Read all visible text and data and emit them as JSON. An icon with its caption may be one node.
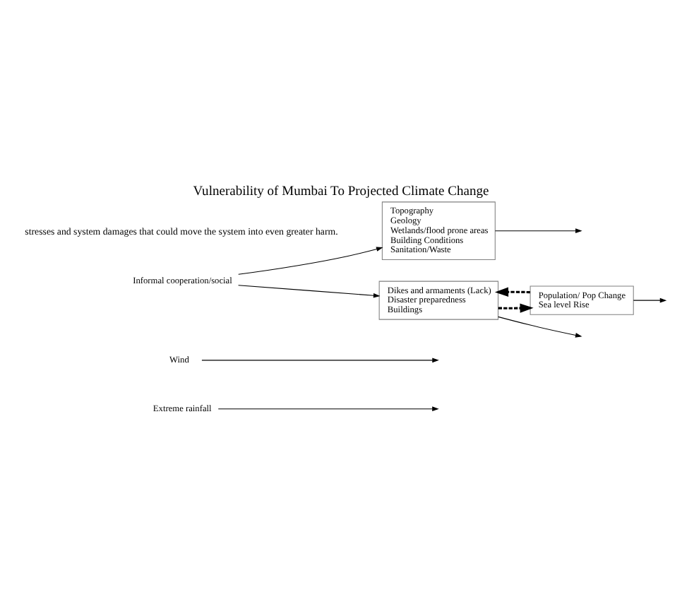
{
  "diagram": {
    "title": "Vulnerability of Mumbai To Projected Climate Change",
    "nodes": [
      {
        "text": [
          "Extreme rainfall"
        ]
      },
      {
        "text": [
          "Wind"
        ]
      },
      {
        "text": [
          "Topography",
          "Geology",
          "Wetlands/flood prone areas",
          "Building Conditions",
          "Sanitation/Waste"
        ]
      },
      {
        "text": [
          "Informal cooperation/social"
        ]
      },
      {
        "text": [
          "Population/ Pop Change",
          "Sea level Rise"
        ]
      },
      {
        "text": [
          "Dikes and armaments (Lack)",
          "Disaster preparedness",
          "Buildings"
        ]
      }
    ],
    "edges": [
      {
        "from": 0,
        "to": null,
        "arrow": "to"
      },
      {
        "from": 1,
        "to": null,
        "arrow": "to"
      },
      {
        "from": 2,
        "to": null,
        "arrow": "to"
      },
      {
        "from": 3,
        "to": 2,
        "arrow": "to"
      },
      {
        "from": 3,
        "to": 5,
        "arrow": "to"
      },
      {
        "from": 4,
        "to": null,
        "arrow": "to"
      },
      {
        "from": 5,
        "to": null,
        "arrow": "to"
      },
      {
        "from": 4,
        "to": 5,
        "arrow": "to",
        "style": "dashed"
      },
      {
        "from": 5,
        "to": 4,
        "arrow": "to",
        "style": "dashed"
      }
    ],
    "labels": [
      "stresses and system damages that could move the system into even greater harm."
    ]
  }
}
